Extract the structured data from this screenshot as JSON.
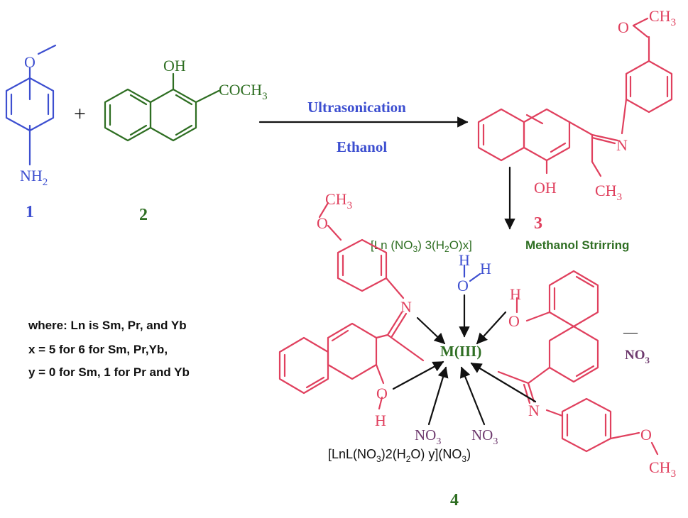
{
  "colors": {
    "blue": "#3d4fd0",
    "green": "#2e6e22",
    "red": "#e0405e",
    "purple": "#6e3a6e",
    "black": "#111111"
  },
  "reactant1": {
    "number": "1",
    "substituent_top": "O",
    "substituent_bottom": "NH",
    "substituent_bottom_sub": "2"
  },
  "plus": "+",
  "reactant2": {
    "number": "2",
    "hydroxyl": "OH",
    "acetyl": "COCH",
    "acetyl_sub": "3"
  },
  "step1": {
    "above": "Ultrasonication",
    "below": "Ethanol"
  },
  "ligand3": {
    "number": "3",
    "methoxy": "O",
    "methoxy_ch3": "CH",
    "methoxy_ch3_sub": "3",
    "imine_n": "N",
    "hydroxyl": "OH",
    "methyl": "CH",
    "methyl_sub": "3"
  },
  "step2": {
    "reagent": "[Ln (NO",
    "reagent_sub": "3",
    "reagent_rest": ") 3(H",
    "reagent_sub2": "2",
    "reagent_tail": "O)x]",
    "condition": "Methanol Strirring"
  },
  "legend": {
    "line1": "where: Ln is Sm, Pr, and  Yb",
    "line2": "x = 5 for 6 for Sm, Pr,Yb,",
    "line3": "y = 0 for Sm, 1 for Pr and Yb"
  },
  "complex4": {
    "number": "4",
    "metal": "M(III)",
    "left_methoxy": "O",
    "left_ch3": "CH",
    "left_ch3_sub": "3",
    "left_n": "N",
    "left_o": "O",
    "left_h": "H",
    "water_h1": "H",
    "water_o": "O",
    "water_h2": "H",
    "right_h": "H",
    "right_o": "O",
    "right_n": "N",
    "right_methoxy": "O",
    "right_ch3": "CH",
    "right_ch3_sub": "3",
    "nitrate1": "NO",
    "nitrate1_sub": "3",
    "nitrate2": "NO",
    "nitrate2_sub": "3",
    "counter_charge": "—",
    "counter_ion": "NO",
    "counter_ion_sub": "3",
    "formula_a": "[LnL(NO",
    "formula_a_sub": "3",
    "formula_b": ")2(H",
    "formula_b_sub": "2",
    "formula_c": "O) y](NO",
    "formula_c_sub": "3",
    "formula_d": ")"
  }
}
